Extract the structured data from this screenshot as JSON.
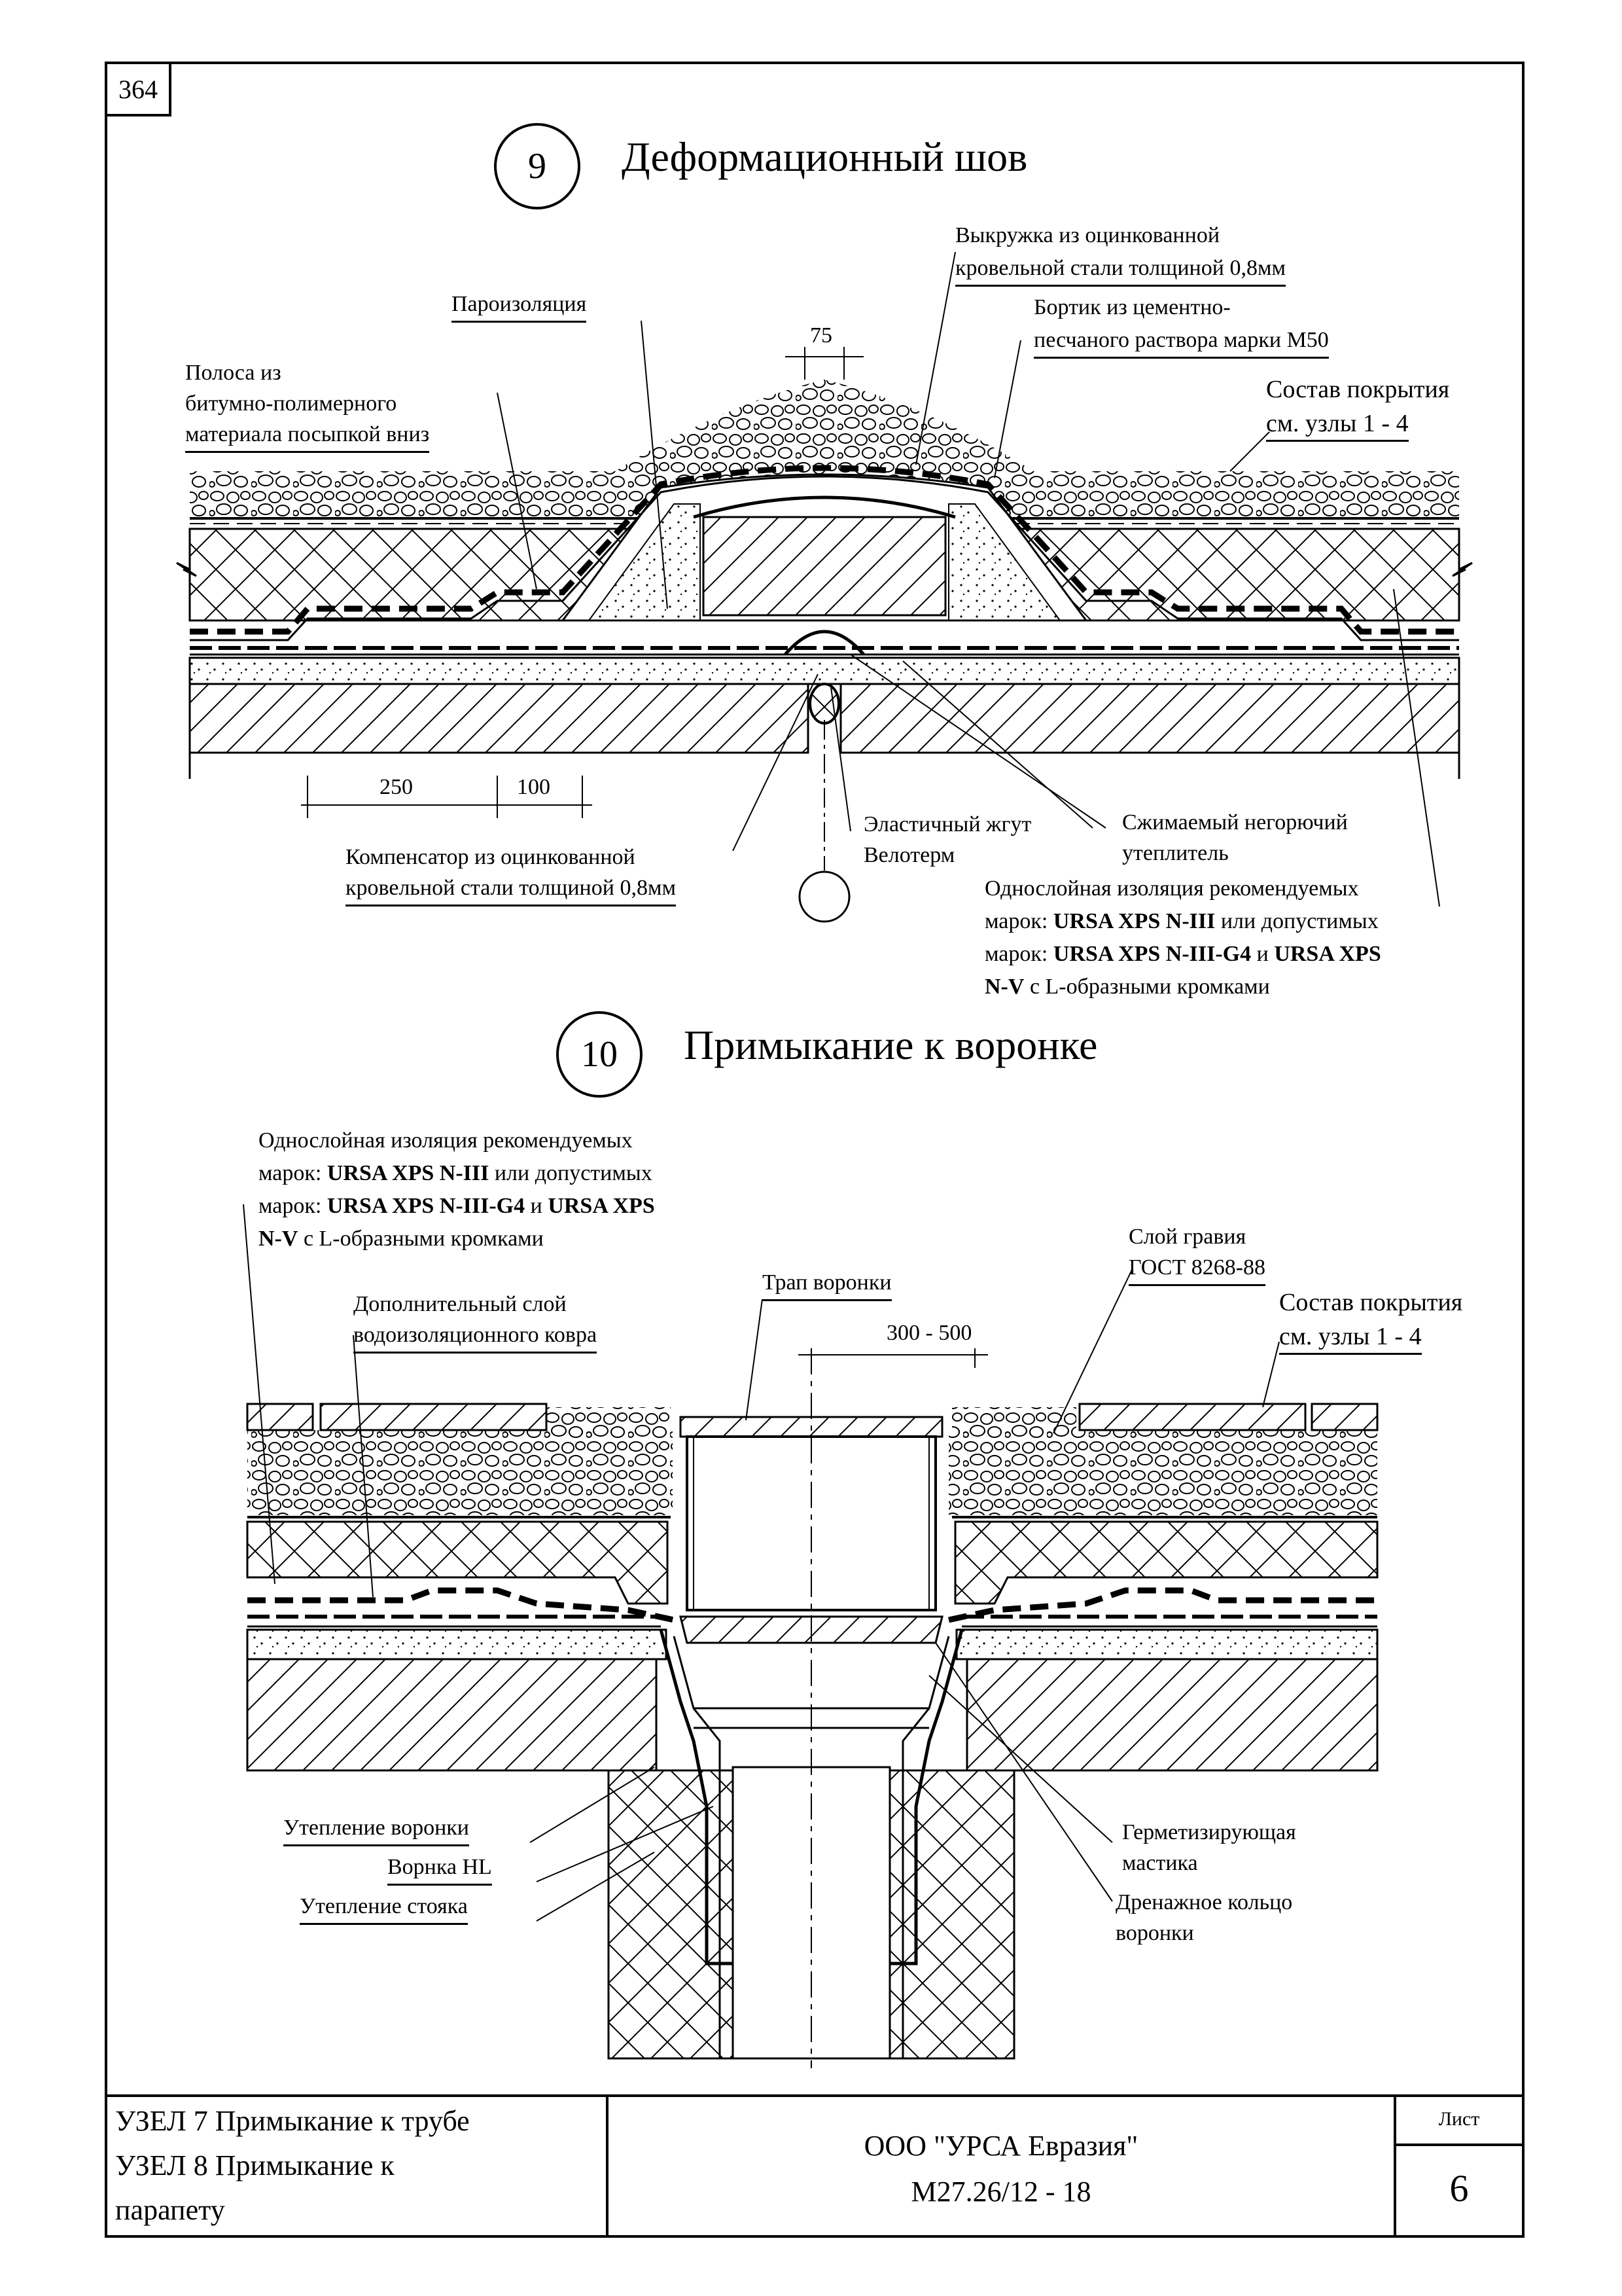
{
  "sheet_number": "364",
  "detail9": {
    "number": "9",
    "title": "Деформационный шов",
    "labels": {
      "vykruzhka_1": "Выкружка из оцинкованной",
      "vykruzhka_2": "кровельной стали толщиной 0,8мм",
      "bortik_1": "Бортик из цементно-",
      "bortik_2": "песчаного раствора марки М50",
      "paroizol": "Пароизоляция",
      "polosa_1": "Полоса из",
      "polosa_2": "битумно-полимерного",
      "polosa_3": "материала посыпкой вниз",
      "sostav_1": "Состав покрытия",
      "sostav_2": "см. узлы 1 - 4",
      "kompensator_1": "Компенсатор из оцинкованной",
      "kompensator_2": "кровельной стали толщиной 0,8мм",
      "zhgut_1": "Эластичный жгут",
      "zhgut_2": "Велотерм",
      "uteplitel_1": "Сжимаемый негорючий",
      "uteplitel_2": "утеплитель",
      "izol_1": "Однослойная изоляция рекомендуемых",
      "izol_2a": "марок: ",
      "izol_2b": "URSA XPS N-III",
      "izol_2c": " или допустимых",
      "izol_3a": "марок: ",
      "izol_3b": "URSA XPS N-III-G4",
      "izol_3c": " и ",
      "izol_3d": "URSA XPS",
      "izol_4a": "N-V",
      "izol_4b": "  с L-образными кромками"
    },
    "dims": {
      "d75": "75",
      "d250": "250",
      "d100": "100"
    }
  },
  "detail10": {
    "number": "10",
    "title": "Примыкание к воронке",
    "labels": {
      "izol_1": "Однослойная изоляция рекомендуемых",
      "izol_2a": "марок: ",
      "izol_2b": "URSA XPS N-III",
      "izol_2c": " или допустимых",
      "izol_3a": "марок: ",
      "izol_3b": "URSA XPS N-III-G4",
      "izol_3c": " и ",
      "izol_3d": "URSA XPS",
      "izol_4a": "N-V",
      "izol_4b": "  с L-образными кромками",
      "dop_1": "Дополнительный слой",
      "dop_2": "водоизоляционного ковра",
      "trap": "Трап воронки",
      "graviy_1": "Слой гравия",
      "graviy_2": "ГОСТ 8268-88",
      "sostav_1": "Состав покрытия",
      "sostav_2": "см. узлы 1 - 4",
      "uteplenie_voronki": "Утепление воронки",
      "vorka_hl": "Ворнка HL",
      "uteplenie_stoyaka": "Утепление  стояка",
      "germ_1": "Герметизирующая",
      "germ_2": "мастика",
      "drenazh_1": "Дренажное кольцо",
      "drenazh_2": "воронки"
    },
    "dims": {
      "d300_500": "300 - 500"
    }
  },
  "title_block": {
    "line1": "УЗЕЛ 7 Примыкание к трубе",
    "line2": "УЗЕЛ 8 Примыкание к",
    "line3": "парапету",
    "company": "ООО \"УРСА Евразия\"",
    "code": "М27.26/12 - 18",
    "sheet_label": "Лист",
    "sheet_num": "6"
  }
}
